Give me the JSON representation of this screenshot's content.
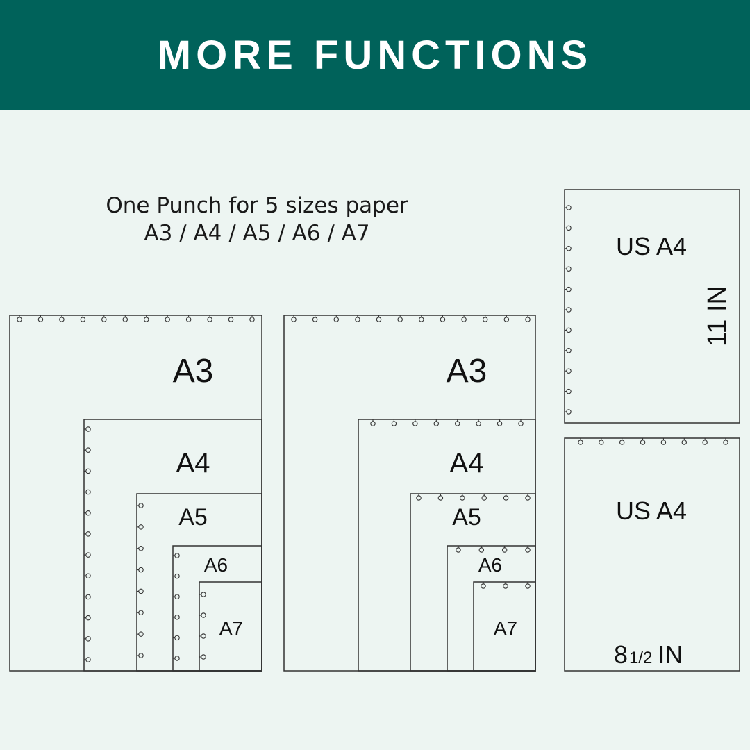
{
  "header": {
    "title": "MORE FUNCTIONS"
  },
  "caption": {
    "line1": "One Punch for 5 sizes paper",
    "line2": "A3 / A4 / A5 / A6 / A7"
  },
  "diagram_left": {
    "sheets": [
      {
        "label": "A3"
      },
      {
        "label": "A4"
      },
      {
        "label": "A5"
      },
      {
        "label": "A6"
      },
      {
        "label": "A7"
      }
    ]
  },
  "diagram_middle": {
    "sheets": [
      {
        "label": "A3"
      },
      {
        "label": "A4"
      },
      {
        "label": "A5"
      },
      {
        "label": "A6"
      },
      {
        "label": "A7"
      }
    ]
  },
  "us_portrait": {
    "label": "US  A4",
    "height_label": "11 IN"
  },
  "us_landscape": {
    "label": "US  A4",
    "width_main": "8",
    "width_fraction": "1/2",
    "width_unit": "IN"
  },
  "colors": {
    "header_bg": "#00625a",
    "page_bg": "#edf5f2",
    "line": "#333333"
  }
}
